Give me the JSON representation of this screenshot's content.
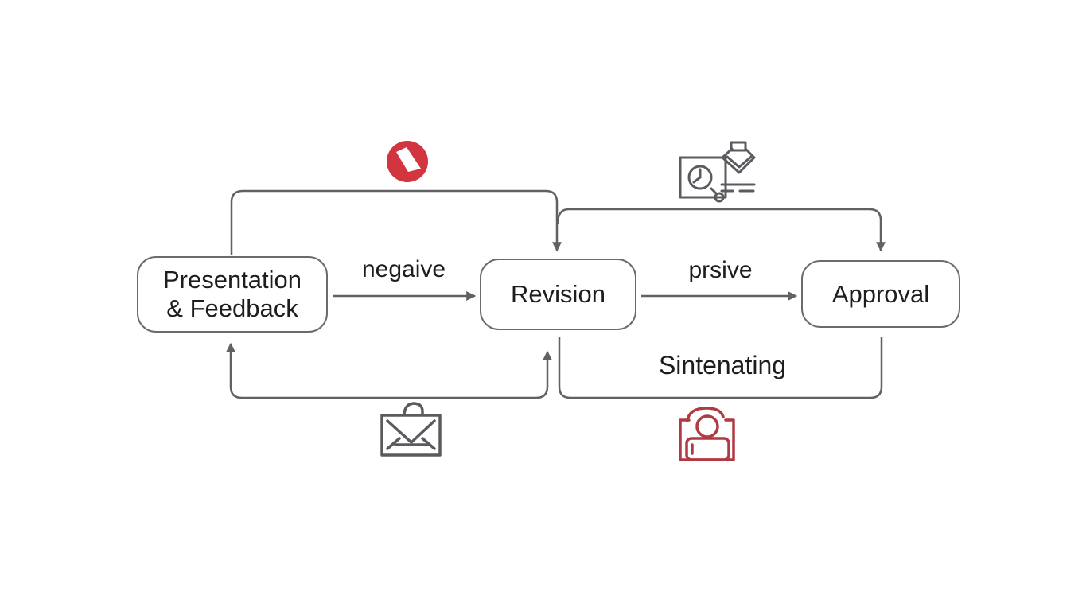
{
  "diagram": {
    "nodes": {
      "presentation": {
        "line1": "Presentation",
        "line2": "& Feedback"
      },
      "revision": {
        "label": "Revision"
      },
      "approval": {
        "label": "Approval"
      }
    },
    "edge_labels": {
      "negative": "negaive",
      "positive": "prsive",
      "bottom": "Sintenating"
    },
    "icons": [
      {
        "name": "block-icon",
        "color": "#d2353f"
      },
      {
        "name": "review-clipboard-icon",
        "color": "#595b5e"
      },
      {
        "name": "envelope-icon",
        "color": "#595b5e"
      },
      {
        "name": "camera-icon",
        "color": "#b03a42"
      }
    ],
    "colors": {
      "line_gray": "#5f6163",
      "box_border": "#696b6e",
      "text": "#1d1d1d",
      "accent_red": "#d2353f",
      "icon_red": "#b03a42",
      "background": "#ffffff"
    }
  }
}
